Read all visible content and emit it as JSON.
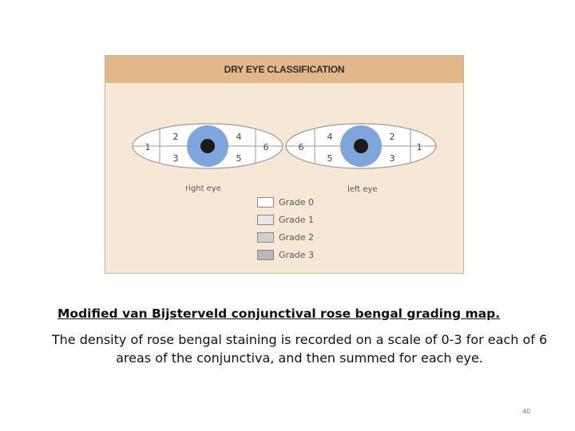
{
  "figure": {
    "title": "DRY EYE CLASSIFICATION",
    "right_eye": {
      "label": "right eye",
      "zones": [
        "1",
        "2",
        "3",
        "4",
        "5",
        "6"
      ]
    },
    "left_eye": {
      "label": "left eye",
      "zones": [
        "6",
        "4",
        "5",
        "2",
        "3",
        "1"
      ]
    },
    "legend": [
      {
        "label": "Grade 0",
        "color": "#ffffff"
      },
      {
        "label": "Grade 1",
        "color": "#e8e8e8"
      },
      {
        "label": "Grade 2",
        "color": "#d0d0d0"
      },
      {
        "label": "Grade 3",
        "color": "#b8b8b8"
      }
    ],
    "colors": {
      "header": "#e2b78a",
      "background": "#f7e8d5",
      "iris": "#7fa6dc",
      "pupil": "#1b1b1b"
    }
  },
  "caption": {
    "title": "Modified van Bijsterveld conjunctival rose bengal grading map.",
    "body": "The density of rose bengal staining is recorded on a scale of 0-3 for each of 6 areas of the conjunctiva, and then summed for each eye."
  },
  "page_number": "40"
}
